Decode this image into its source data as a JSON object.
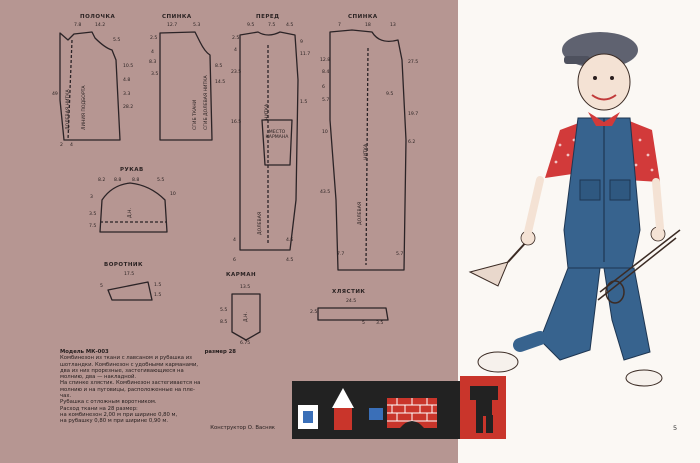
{
  "pieces": {
    "front_top": {
      "title": "ПОЛОЧКА",
      "dims_top": [
        "7.8",
        "14.2"
      ],
      "dims_side": [
        "5.5",
        "10.5",
        "4.8",
        "3.3",
        "28.2",
        "49",
        "2",
        "4"
      ],
      "marks": [
        "ЛИНИЯ ПОДБОРТА",
        "ДОЛЕВАЯ НИТКА"
      ]
    },
    "back_top": {
      "title": "СПИНКА",
      "dims_top": [
        "12.7",
        "5.3"
      ],
      "dims_side": [
        "2.5",
        "4",
        "8.3",
        "3.5",
        "8.5",
        "14.5"
      ],
      "marks": [
        "СГИБ ТКАНИ",
        "СГИБ ДОЛЕВАЯ НИТКА"
      ]
    },
    "front_trousers": {
      "title": "ПЕРЕД",
      "dims_top": [
        "9.5",
        "7.5",
        "4.5"
      ],
      "dims_side": [
        "2.5",
        "4",
        "9",
        "11.7",
        "23.5",
        "16.5",
        "4",
        "4.6",
        "1.5",
        "6",
        "4.5"
      ],
      "marks": [
        "МЕСТО КАРМАНА",
        "НИТКА",
        "ДОЛЕВАЯ"
      ]
    },
    "back_trousers": {
      "title": "СПИНКА",
      "dims_top": [
        "7",
        "18",
        "13"
      ],
      "dims_side": [
        "12.8",
        "8.4",
        "6",
        "5.7",
        "27.5",
        "9.5",
        "6.2",
        "19.7",
        "10",
        "43.5",
        "7.7",
        "5.7"
      ],
      "marks": [
        "НИТКА",
        "ДОЛЕВАЯ"
      ]
    },
    "sleeve": {
      "title": "РУКАВ",
      "dims": [
        "8.2",
        "8.8",
        "8.8",
        "5.5",
        "10",
        "3",
        "3.5",
        "7.5"
      ],
      "marks": [
        "Д.Н."
      ]
    },
    "collar": {
      "title": "ВОРОТНИК",
      "dims": [
        "17.5",
        "5",
        "1.5",
        "1.5"
      ]
    },
    "pocket": {
      "title": "КАРМАН",
      "dims": [
        "13.5",
        "5.5",
        "8.5",
        "6.75"
      ],
      "marks": [
        "Д.Н."
      ]
    },
    "tab": {
      "title": "ХЛЯСТИК",
      "dims": [
        "24.5",
        "2.5",
        "5",
        "3.5"
      ]
    }
  },
  "description": {
    "model": "Модель МК-003",
    "size": "размер 28",
    "lines": [
      "Комбинезон из ткани с лавсаном и рубашка из",
      "шотландки. Комбинезон с удобными карманами,",
      "два из них прорезные, застегивающиеся на",
      "молнию, два — накладной.",
      "На спинке хлястик. Комбинезон застегивается на",
      "молнию и на пуговицы, расположенные на пле-",
      "чах.",
      "Рубашка с отложным воротником.",
      "Расход ткани на 28 размер:",
      "на комбинезон 2,00 м при ширине 0,80 м,",
      "на рубашку 0,80 м при ширине 0,90 м."
    ],
    "signature": "Конструктор О. Васняк"
  },
  "page_number": "5",
  "colors": {
    "left_bg": "#b69692",
    "right_bg": "#fbf8f4",
    "overalls": "#37638e",
    "shirt": "#d23a3a",
    "cap": "#5f6270",
    "banner_bg": "#222222",
    "banner_red": "#c9352b"
  }
}
